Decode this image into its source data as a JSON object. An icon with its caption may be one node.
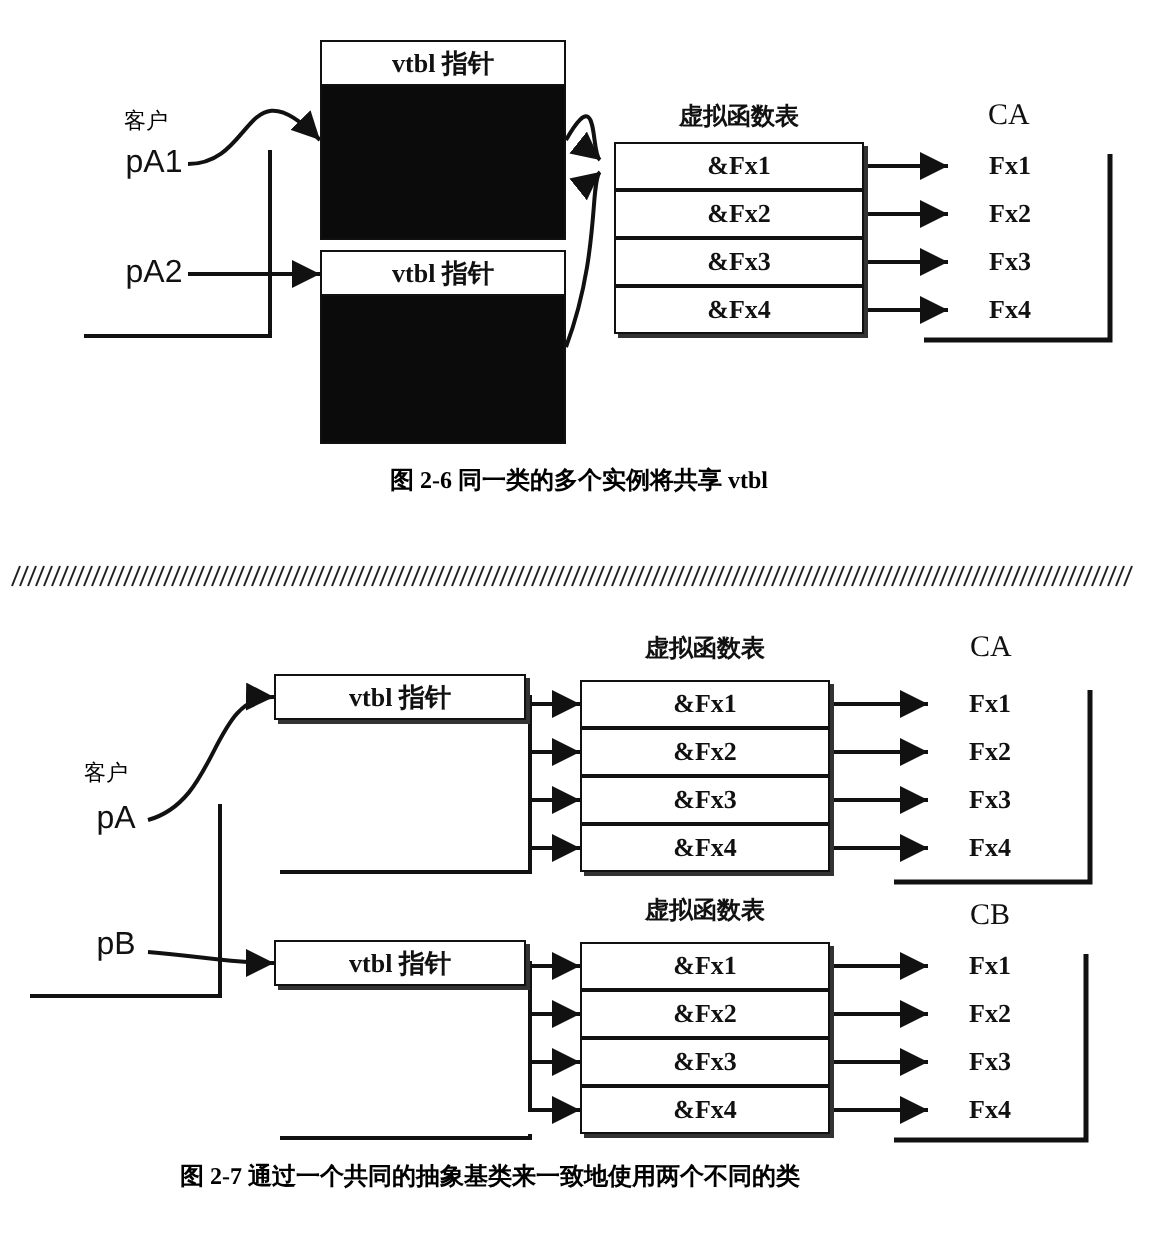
{
  "diagram": {
    "nodes": [
      {
        "text": [
          "pA1"
        ]
      },
      {
        "text": [
          "pA2"
        ]
      },
      {
        "text": [
          "vtbl 指针"
        ]
      },
      {
        "text": [
          "vtbl 指针"
        ]
      },
      {
        "text": [
          "虚拟函数表"
        ]
      },
      {
        "text": [
          "&Fx1"
        ],
        "in": 4
      },
      {
        "text": [
          "&Fx2"
        ],
        "in": 4
      },
      {
        "text": [
          "&Fx3"
        ],
        "in": 4
      },
      {
        "text": [
          "&Fx4"
        ],
        "in": 4
      },
      {
        "text": [
          "CA"
        ]
      },
      {
        "text": [
          "Fx1"
        ],
        "in": 9
      },
      {
        "text": [
          "Fx2"
        ],
        "in": 9
      },
      {
        "text": [
          "Fx3"
        ],
        "in": 9
      },
      {
        "text": [
          "Fx4"
        ],
        "in": 9
      },
      {
        "text": [
          "pA"
        ]
      },
      {
        "text": [
          "pB"
        ]
      },
      {
        "text": [
          "vtbl 指针"
        ]
      },
      {
        "text": [
          "虚拟函数表"
        ]
      },
      {
        "text": [
          "&Fx1"
        ],
        "in": 17
      },
      {
        "text": [
          "&Fx2"
        ],
        "in": 17
      },
      {
        "text": [
          "&Fx3"
        ],
        "in": 17
      },
      {
        "text": [
          "&Fx4"
        ],
        "in": 17
      },
      {
        "text": [
          "CA"
        ]
      },
      {
        "text": [
          "Fx1"
        ],
        "in": 22
      },
      {
        "text": [
          "Fx2"
        ],
        "in": 22
      },
      {
        "text": [
          "Fx3"
        ],
        "in": 22
      },
      {
        "text": [
          "Fx4"
        ],
        "in": 22
      },
      {
        "text": [
          "vtbl 指针"
        ]
      },
      {
        "text": [
          "虚拟函数表"
        ]
      },
      {
        "text": [
          "&Fx1"
        ],
        "in": 28
      },
      {
        "text": [
          "&Fx2"
        ],
        "in": 28
      },
      {
        "text": [
          "&Fx3"
        ],
        "in": 28
      },
      {
        "text": [
          "&Fx4"
        ],
        "in": 28
      },
      {
        "text": [
          "CB"
        ]
      },
      {
        "text": [
          "Fx1"
        ],
        "in": 33
      },
      {
        "text": [
          "Fx2"
        ],
        "in": 33
      },
      {
        "text": [
          "Fx3"
        ],
        "in": 33
      },
      {
        "text": [
          "Fx4"
        ],
        "in": 33
      }
    ],
    "edges": [
      {
        "from": 0,
        "to": 2,
        "arrow": "to"
      },
      {
        "from": 1,
        "to": 3,
        "arrow": "to"
      },
      {
        "from": 2,
        "to": 4,
        "arrow": "to"
      },
      {
        "from": 3,
        "to": 4,
        "arrow": "to"
      },
      {
        "from": 5,
        "to": 10,
        "arrow": "to"
      },
      {
        "from": 6,
        "to": 11,
        "arrow": "to"
      },
      {
        "from": 7,
        "to": 12,
        "arrow": "to"
      },
      {
        "from": 8,
        "to": 13,
        "arrow": "to"
      },
      {
        "from": 14,
        "to": 16,
        "arrow": "to"
      },
      {
        "from": 15,
        "to": 27,
        "arrow": "to"
      },
      {
        "from": 16,
        "to": 18,
        "arrow": "to"
      },
      {
        "from": 16,
        "to": 19,
        "arrow": "to"
      },
      {
        "from": 16,
        "to": 20,
        "arrow": "to"
      },
      {
        "from": 16,
        "to": 21,
        "arrow": "to"
      },
      {
        "from": 18,
        "to": 23,
        "arrow": "to"
      },
      {
        "from": 19,
        "to": 24,
        "arrow": "to"
      },
      {
        "from": 20,
        "to": 25,
        "arrow": "to"
      },
      {
        "from": 21,
        "to": 26,
        "arrow": "to"
      },
      {
        "from": 27,
        "to": 29,
        "arrow": "to"
      },
      {
        "from": 27,
        "to": 30,
        "arrow": "to"
      },
      {
        "from": 27,
        "to": 31,
        "arrow": "to"
      },
      {
        "from": 27,
        "to": 32,
        "arrow": "to"
      },
      {
        "from": 29,
        "to": 34,
        "arrow": "to"
      },
      {
        "from": 30,
        "to": 35,
        "arrow": "to"
      },
      {
        "from": 31,
        "to": 36,
        "arrow": "to"
      },
      {
        "from": 32,
        "to": 37,
        "arrow": "to"
      }
    ],
    "labels": [
      "客户",
      "图 2-6 同一类的多个实例将共享 vtbl",
      "客户",
      "图 2-7 通过一个共同的抽象基类来一致地使用两个不同的类"
    ]
  }
}
